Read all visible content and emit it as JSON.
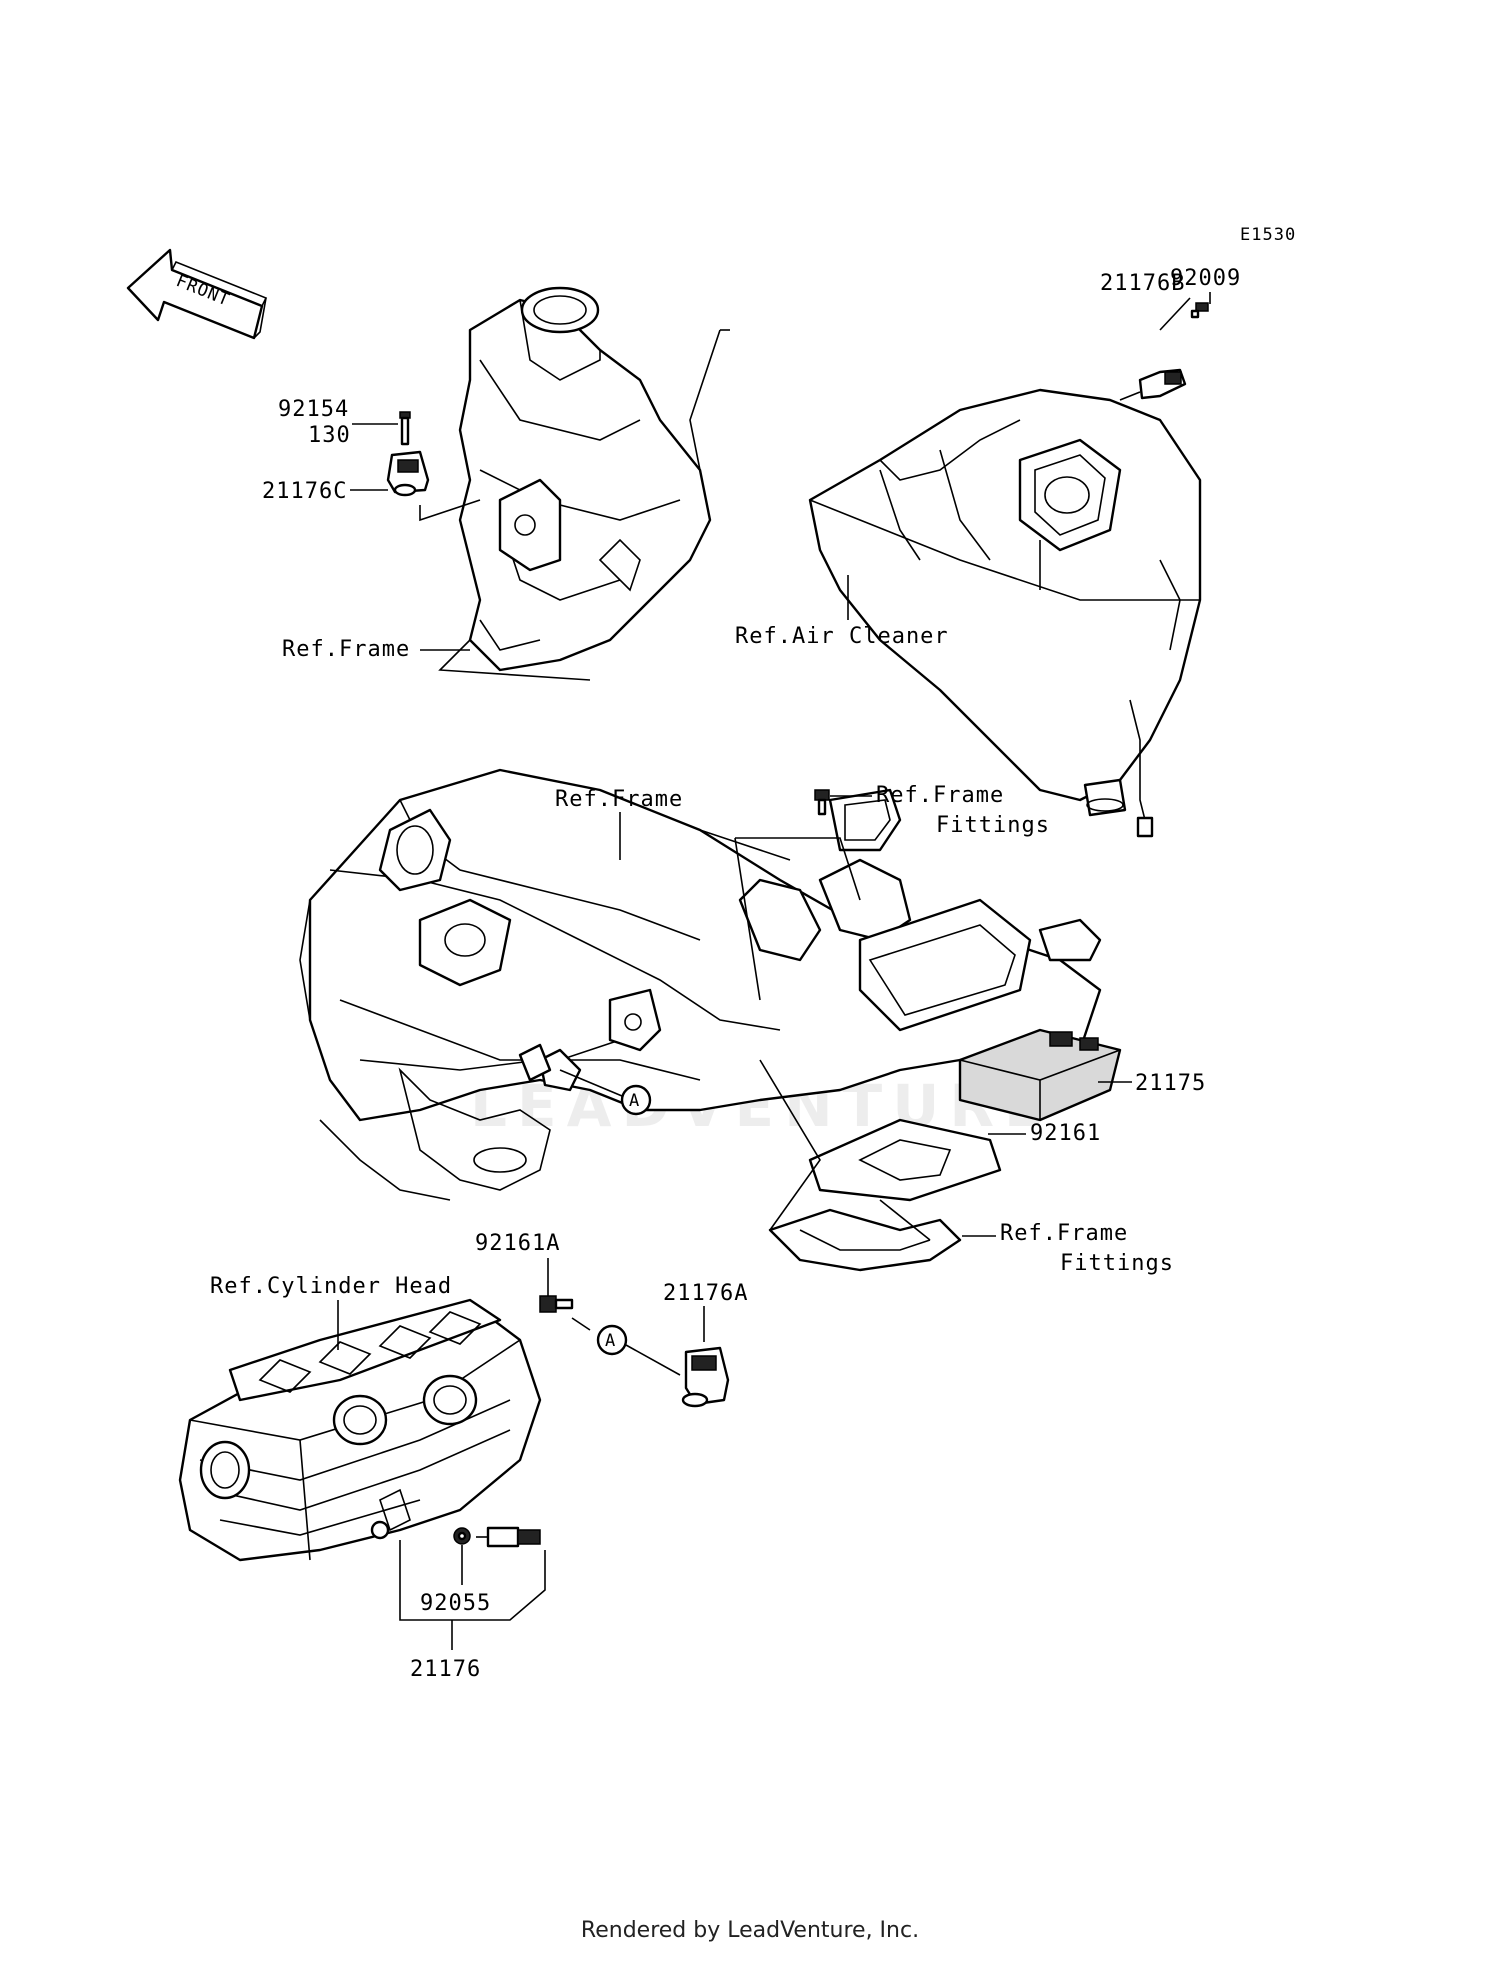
{
  "diagram": {
    "code": "E1530",
    "front_label": "FRONT",
    "watermark": "LEADVENTURE",
    "parts": {
      "p92009": "92009",
      "p21176B": "21176B",
      "p92154": "92154",
      "p130": "130",
      "p21176C": "21176C",
      "p21175": "21175",
      "p92161": "92161",
      "p92161A": "92161A",
      "p21176A": "21176A",
      "p92055": "92055",
      "p21176": "21176"
    },
    "refs": {
      "frame_top": "Ref.Frame",
      "air_cleaner": "Ref.Air Cleaner",
      "frame_mid": "Ref.Frame",
      "frame_fittings_1a": "Ref.Frame",
      "frame_fittings_1b": "Fittings",
      "frame_fittings_2a": "Ref.Frame",
      "frame_fittings_2b": "Fittings",
      "cylinder_head": "Ref.Cylinder Head"
    },
    "marker_a": "A"
  },
  "footer": "Rendered by LeadVenture, Inc."
}
